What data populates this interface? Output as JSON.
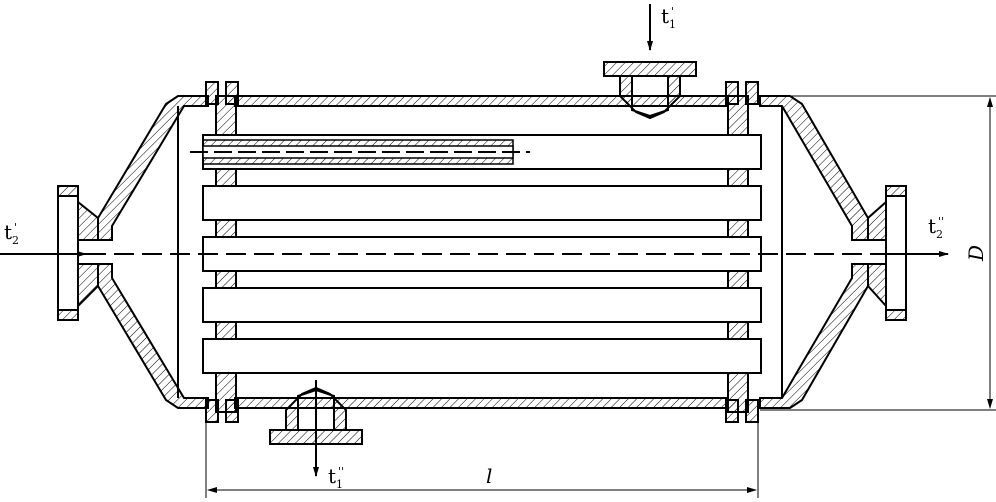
{
  "labels": {
    "t1_in": {
      "base": "t",
      "sub": "1",
      "prime": "'"
    },
    "t1_out": {
      "base": "t",
      "sub": "1",
      "prime": "''"
    },
    "t2_in": {
      "base": "t",
      "sub": "2",
      "prime": "'"
    },
    "t2_out": {
      "base": "t",
      "sub": "2",
      "prime": "''"
    },
    "diameter": "D",
    "length": "l"
  }
}
